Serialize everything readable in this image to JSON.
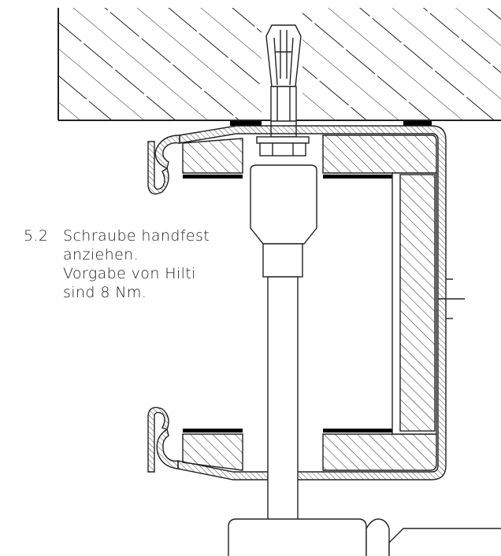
{
  "annotation": {
    "step_number": "5.2",
    "lines": [
      "Schraube handfest",
      "anziehen.",
      "Vorgabe von Hilti",
      "sind 8 Nm."
    ]
  }
}
